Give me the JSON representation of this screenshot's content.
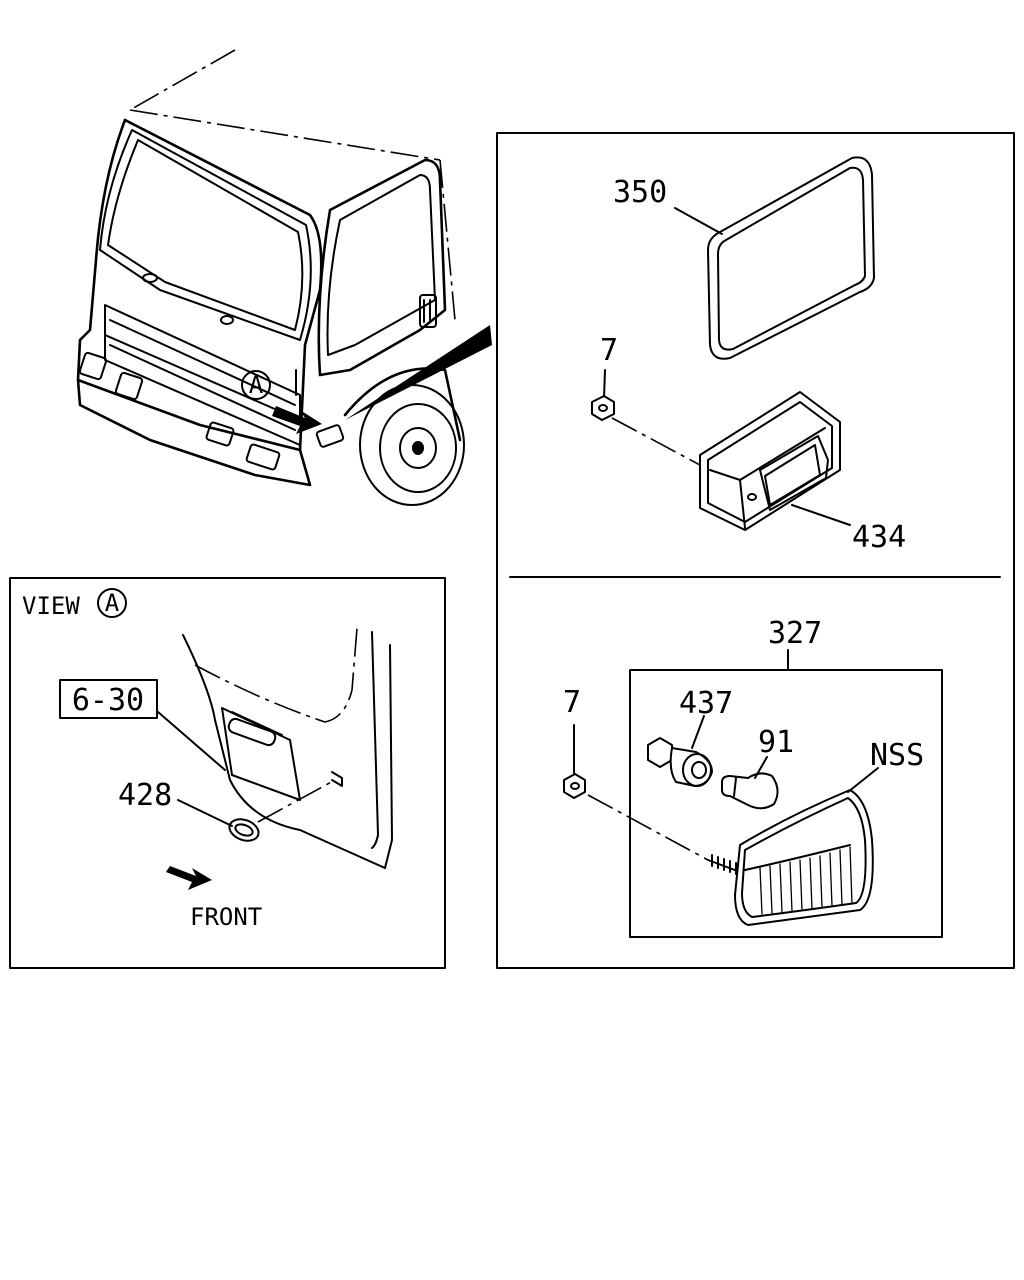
{
  "labels": {
    "view": "VIEW",
    "view_marker": "A",
    "truck_marker": "A",
    "ref_box": "6-30",
    "p428": "428",
    "front": "FRONT",
    "p350": "350",
    "p7_top": "7",
    "p434": "434",
    "p327": "327",
    "p7_bottom": "7",
    "p437": "437",
    "p91": "91",
    "pNSS": "NSS"
  }
}
